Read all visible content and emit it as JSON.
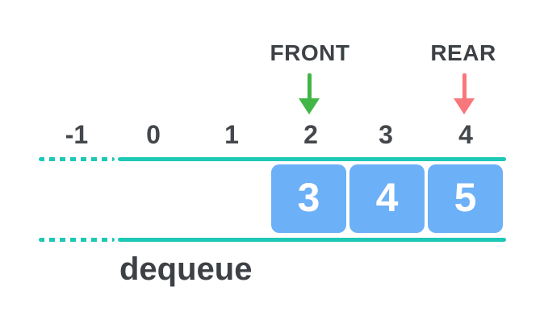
{
  "pointers": {
    "front": {
      "label": "FRONT",
      "points_to_index": "2",
      "arrow_color": "#41b545"
    },
    "rear": {
      "label": "REAR",
      "points_to_index": "4",
      "arrow_color": "#f8777c"
    }
  },
  "indices": [
    "-1",
    "0",
    "1",
    "2",
    "3",
    "4"
  ],
  "cells": [
    {
      "index": "2",
      "value": "3"
    },
    {
      "index": "3",
      "value": "4"
    },
    {
      "index": "4",
      "value": "5"
    }
  ],
  "operation": {
    "label": "dequeue"
  },
  "colors": {
    "rail_teal": "#1ec8b6",
    "cell_blue": "#6cb0f7",
    "front_arrow_green": "#41b545",
    "rear_arrow_red": "#f8777c",
    "text_dark": "#3d4145",
    "cell_text": "#ffffff",
    "background": "#ffffff"
  }
}
